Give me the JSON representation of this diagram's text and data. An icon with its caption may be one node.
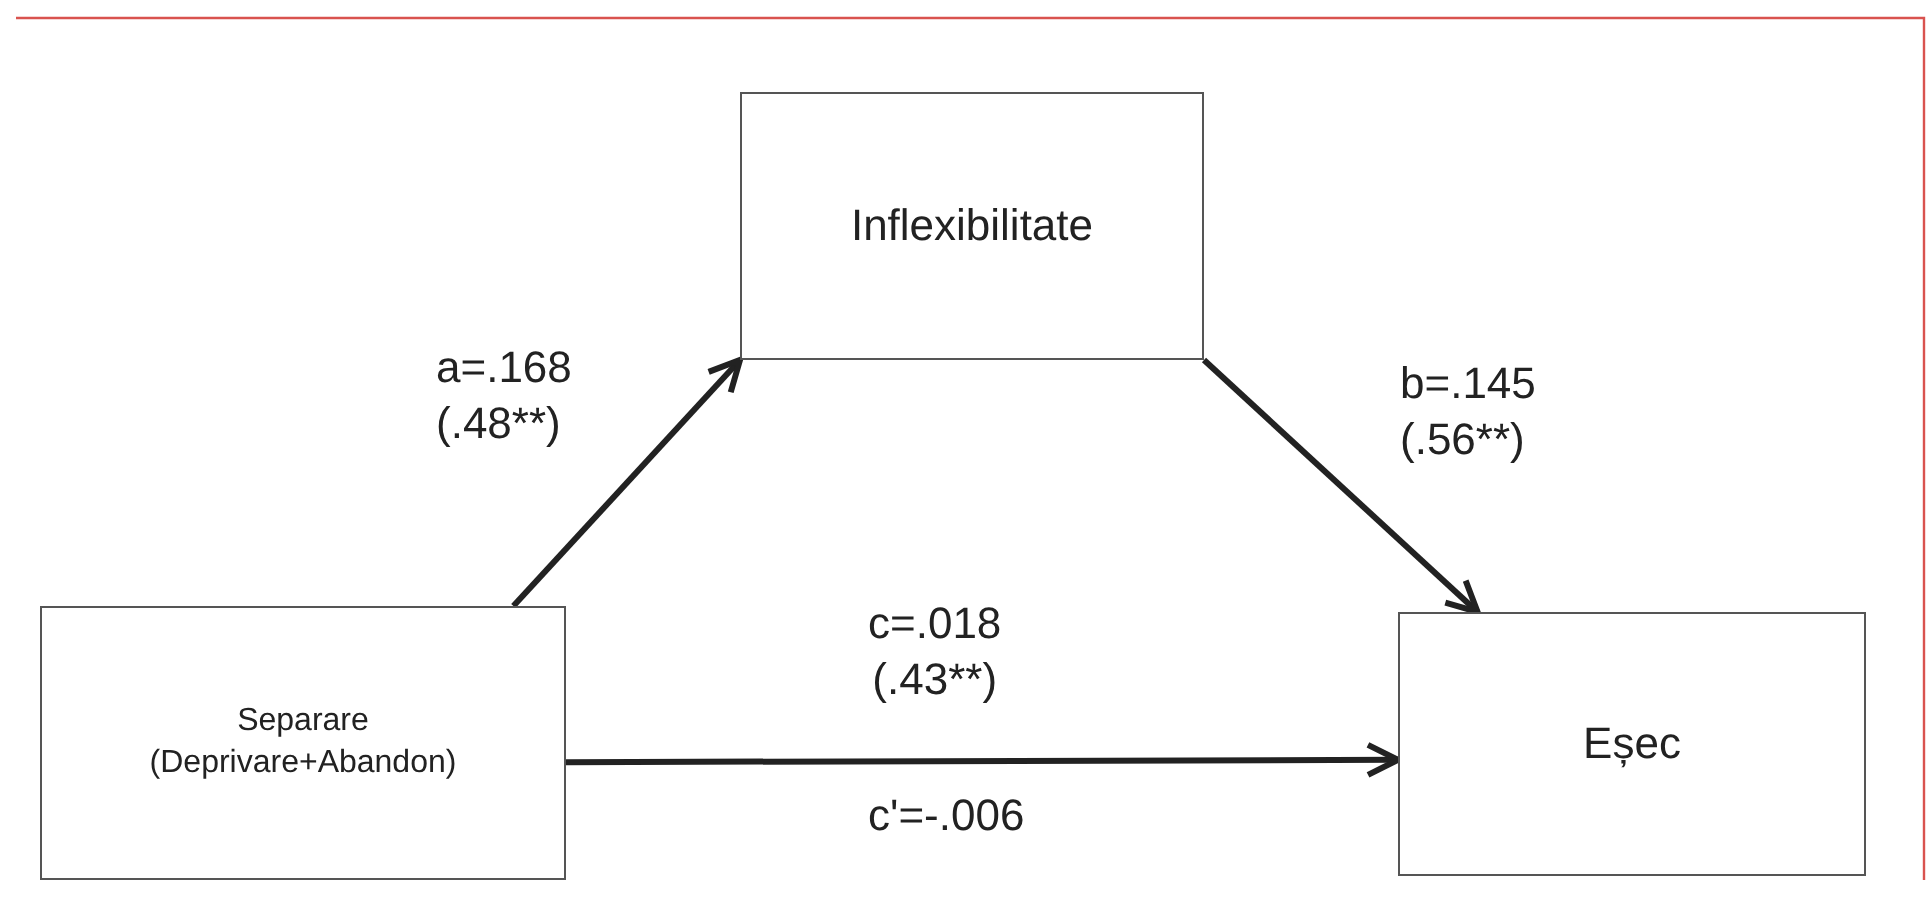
{
  "diagram": {
    "nodes": [
      {
        "text": [
          "Inflexibilitate"
        ]
      },
      {
        "text": [
          "Separare (Deprivare+Abandon)"
        ]
      },
      {
        "text": [
          "Eșec"
        ]
      }
    ],
    "edges": [
      {
        "from": 1,
        "to": 0,
        "arrow": "to",
        "label": "a=.168 (.48**)"
      },
      {
        "from": 0,
        "to": 2,
        "arrow": "to",
        "label": "b=.145 (.56**)"
      },
      {
        "from": 1,
        "to": 2,
        "arrow": "to",
        "label": "c=.018 (.43**)"
      }
    ],
    "labels": [
      "c'=-.006"
    ]
  }
}
